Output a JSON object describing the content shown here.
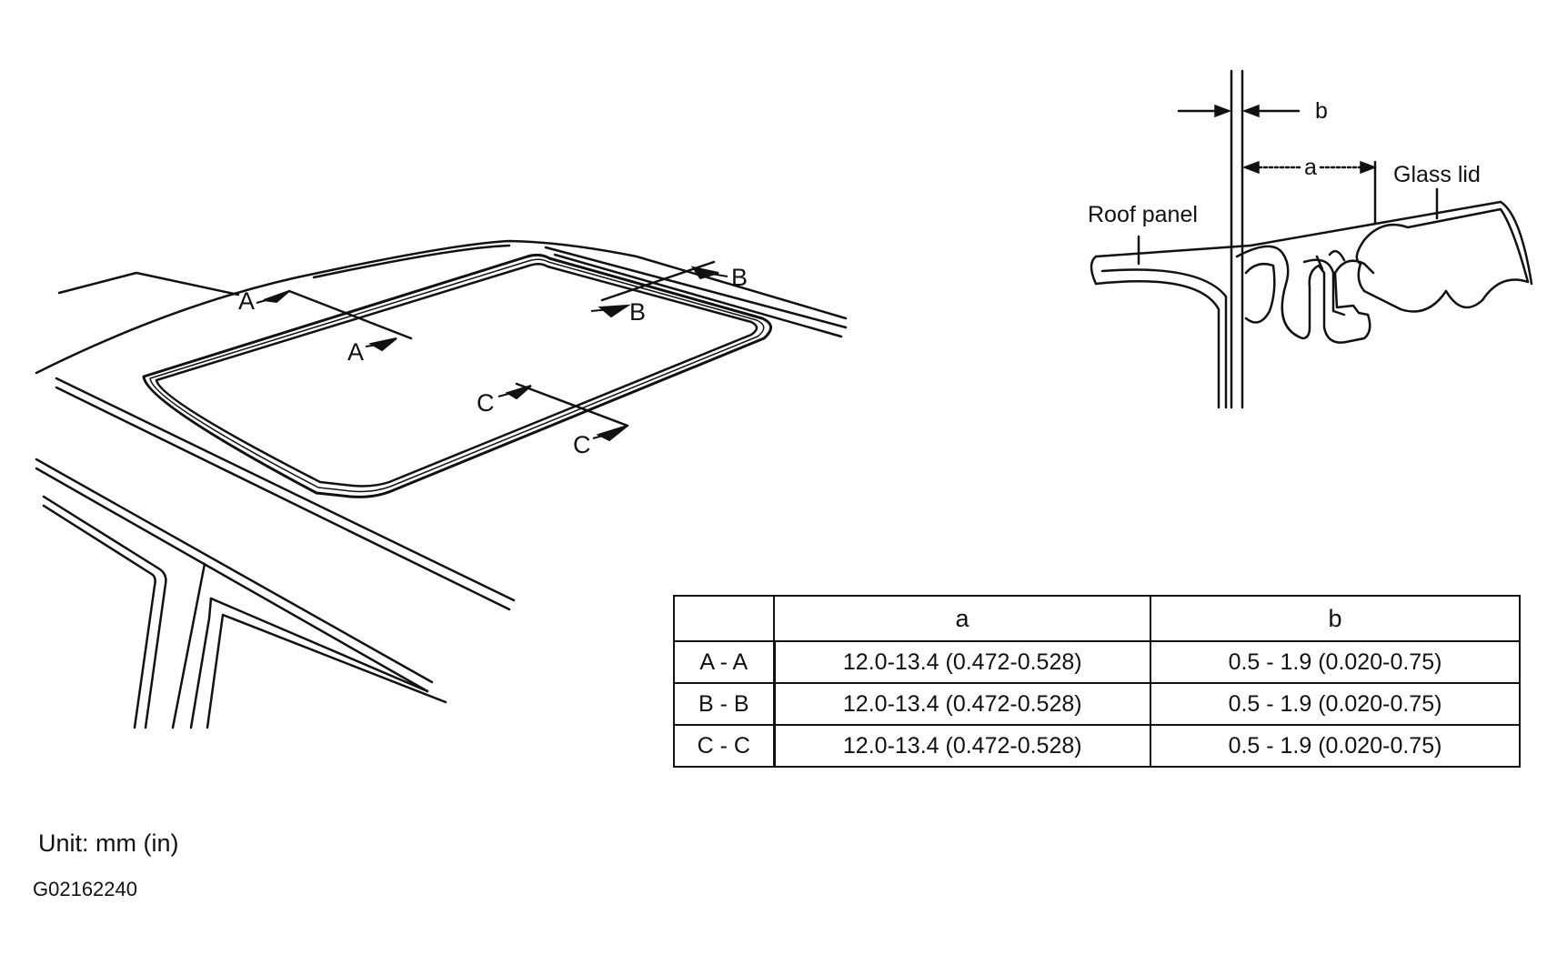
{
  "roof_callouts": {
    "a_start": "A",
    "a_end": "A",
    "b_start": "B",
    "b_end": "B",
    "c_start": "C",
    "c_end": "C"
  },
  "detail": {
    "label_roof_panel": "Roof panel",
    "label_glass_lid": "Glass lid",
    "dim_a": "a",
    "dim_b": "b"
  },
  "table": {
    "header": [
      "",
      "a",
      "b"
    ],
    "rows": [
      {
        "section": "A - A",
        "a": "12.0-13.4 (0.472-0.528)",
        "b": "0.5 - 1.9 (0.020-0.75)"
      },
      {
        "section": "B - B",
        "a": "12.0-13.4 (0.472-0.528)",
        "b": "0.5 - 1.9 (0.020-0.75)"
      },
      {
        "section": "C - C",
        "a": "12.0-13.4 (0.472-0.528)",
        "b": "0.5 - 1.9 (0.020-0.75)"
      }
    ]
  },
  "unit_note": "Unit: mm (in)",
  "figure_code": "G02162240"
}
